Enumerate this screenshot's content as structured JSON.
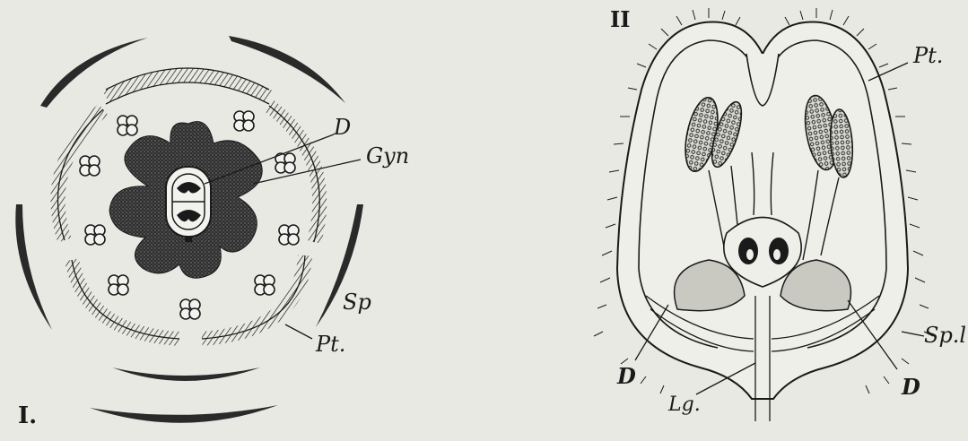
{
  "figure_I": {
    "numeral": "I.",
    "labels": {
      "disc": "D",
      "gynoecium": "Gyn",
      "sepal": "Sp",
      "petal": "Pt."
    }
  },
  "figure_II": {
    "numeral": "II",
    "labels": {
      "petal": "Pt.",
      "sepal": "Sp.l",
      "disc_left": "D",
      "disc_right": "D",
      "ligule": "Lg."
    }
  },
  "colors": {
    "ink": "#1a1a1a",
    "paper": "#e9e9e4",
    "shade": "#3c3c3c"
  }
}
